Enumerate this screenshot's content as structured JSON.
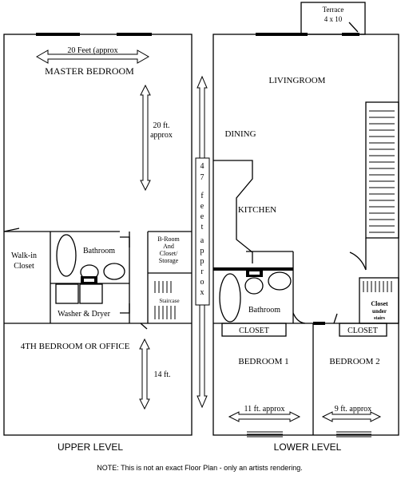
{
  "upper_level": {
    "caption": "UPPER LEVEL",
    "rooms": {
      "master_bedroom": "MASTER BEDROOM",
      "width_note": "20 Feet (approx",
      "depth_note_1": "20 ft.",
      "depth_note_2": "approx",
      "walkin_1": "Walk-in",
      "walkin_2": "Closet",
      "bathroom": "Bathroom",
      "washer_dryer": "Washer & Dryer",
      "broom_1": "B-Room",
      "broom_2": "And",
      "broom_3": "Closet/",
      "broom_4": "Storage",
      "staircase": "Staircase",
      "fourth_bedroom": "4TH BEDROOM OR OFFICE",
      "fourth_depth": "14 ft."
    }
  },
  "overall_length": [
    "4",
    "7",
    "f",
    "e",
    "e",
    "t",
    "a",
    "p",
    "p",
    "r",
    "o",
    "x"
  ],
  "lower_level": {
    "caption": "LOWER LEVEL",
    "rooms": {
      "terrace_1": "Terrace",
      "terrace_2": "4 x 10",
      "living_room": "LIVINGROOM",
      "dining": "DINING",
      "kitchen": "KITCHEN",
      "bathroom": "Bathroom",
      "closet_1": "CLOSET",
      "closet_2": "CLOSET",
      "under_1": "Closet",
      "under_2": "under",
      "under_3": "stairs",
      "bedroom_1": "BEDROOM 1",
      "bedroom_2": "BEDROOM 2",
      "bedroom_1_width": "11 ft. approx",
      "bedroom_2_width": "9 ft. approx"
    }
  },
  "note": "NOTE: This is not an exact Floor Plan - only an artists rendering."
}
